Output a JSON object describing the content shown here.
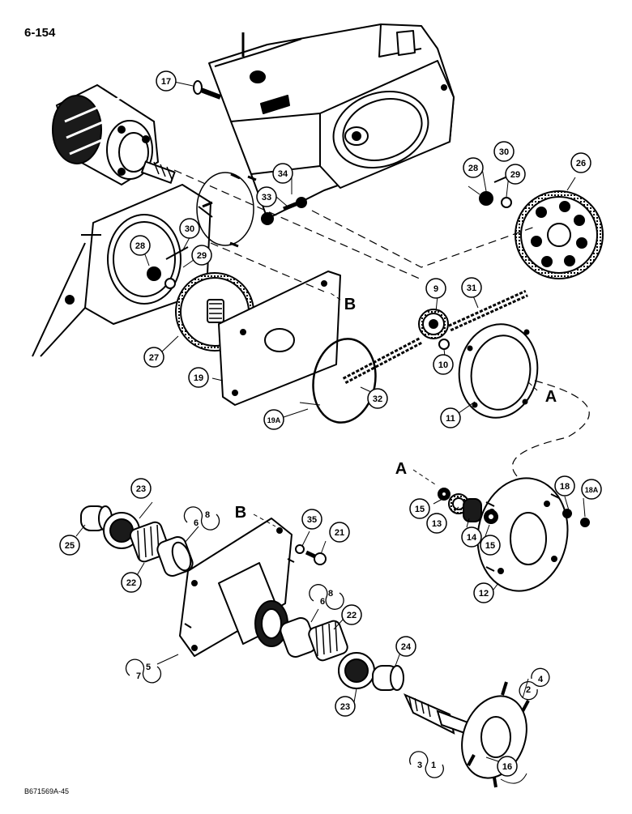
{
  "page_number": "6-154",
  "drawing_id": "B671569A-45",
  "colors": {
    "ink": "#000000",
    "paper": "#ffffff",
    "shade": "#1a1a1a"
  },
  "callouts": [
    {
      "id": "c17",
      "label": "17"
    },
    {
      "id": "c34",
      "label": "34"
    },
    {
      "id": "c33",
      "label": "33"
    },
    {
      "id": "c28a",
      "label": "28"
    },
    {
      "id": "c30a",
      "label": "30"
    },
    {
      "id": "c29a",
      "label": "29"
    },
    {
      "id": "c26",
      "label": "26"
    },
    {
      "id": "c30b",
      "label": "30"
    },
    {
      "id": "c28b",
      "label": "28"
    },
    {
      "id": "c29b",
      "label": "29"
    },
    {
      "id": "c27",
      "label": "27"
    },
    {
      "id": "c19",
      "label": "19"
    },
    {
      "id": "c19a",
      "label": "19A"
    },
    {
      "id": "c32",
      "label": "32"
    },
    {
      "id": "c9",
      "label": "9"
    },
    {
      "id": "c31",
      "label": "31"
    },
    {
      "id": "c10",
      "label": "10"
    },
    {
      "id": "c11",
      "label": "11"
    },
    {
      "id": "c23a",
      "label": "23"
    },
    {
      "id": "c25",
      "label": "25"
    },
    {
      "id": "c22a",
      "label": "22"
    },
    {
      "id": "c6a",
      "label": "6"
    },
    {
      "id": "c8a",
      "label": "8"
    },
    {
      "id": "c35",
      "label": "35"
    },
    {
      "id": "c21",
      "label": "21"
    },
    {
      "id": "c15a",
      "label": "15"
    },
    {
      "id": "c13",
      "label": "13"
    },
    {
      "id": "c14",
      "label": "14"
    },
    {
      "id": "c15b",
      "label": "15"
    },
    {
      "id": "c18",
      "label": "18"
    },
    {
      "id": "c18a",
      "label": "18A"
    },
    {
      "id": "c12",
      "label": "12"
    },
    {
      "id": "c6b",
      "label": "6"
    },
    {
      "id": "c8b",
      "label": "8"
    },
    {
      "id": "c22b",
      "label": "22"
    },
    {
      "id": "c7",
      "label": "7"
    },
    {
      "id": "c5",
      "label": "5"
    },
    {
      "id": "c24",
      "label": "24"
    },
    {
      "id": "c23b",
      "label": "23"
    },
    {
      "id": "c4",
      "label": "4"
    },
    {
      "id": "c2",
      "label": "2"
    },
    {
      "id": "c3",
      "label": "3"
    },
    {
      "id": "c1",
      "label": "1"
    },
    {
      "id": "c16",
      "label": "16"
    }
  ],
  "reference_letters": [
    {
      "id": "refB1",
      "label": "B"
    },
    {
      "id": "refA1",
      "label": "A"
    },
    {
      "id": "refA2",
      "label": "A"
    },
    {
      "id": "refB2",
      "label": "B"
    }
  ]
}
